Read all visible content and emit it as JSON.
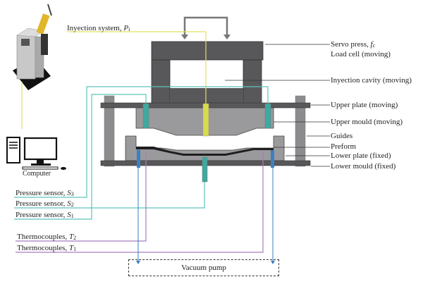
{
  "labels": {
    "injection_system": {
      "text": "Inyection system, ",
      "var": "P",
      "sub": "i"
    },
    "servo_press": {
      "text": "Servo press, ",
      "var": "f",
      "sub": "c"
    },
    "load_cell": "Load cell (moving)",
    "injection_cavity": "Inyection cavity (moving)",
    "upper_plate": "Upper plate (moving)",
    "upper_mould": "Upper mould (moving)",
    "guides": "Guides",
    "preform": "Preform",
    "lower_plate": "Lower plate (fixed)",
    "lower_mould": "Lower mould (fixed)",
    "computer": "Computer",
    "pressure_s3": {
      "text": "Pressure sensor, ",
      "var": "S",
      "sub": "3"
    },
    "pressure_s2": {
      "text": "Pressure sensor, ",
      "var": "S",
      "sub": "2"
    },
    "pressure_s1": {
      "text": "Pressure sensor, ",
      "var": "S",
      "sub": "1"
    },
    "thermo_t2": {
      "text": "Thermocouples, ",
      "var": "T",
      "sub": "2"
    },
    "thermo_t1": {
      "text": "Thermocouples, ",
      "var": "T",
      "sub": "1"
    },
    "vacuum_pump": "Vacuum pump"
  },
  "colors": {
    "injection_line": "#e0e060",
    "pressure_line": "#5cc4bb",
    "thermo_line": "#a87cc0",
    "vacuum_line": "#3a7fc4",
    "press_dark": "#555555",
    "mould_gray": "#9a9a9c",
    "guide_gray": "#8c8c8e"
  }
}
